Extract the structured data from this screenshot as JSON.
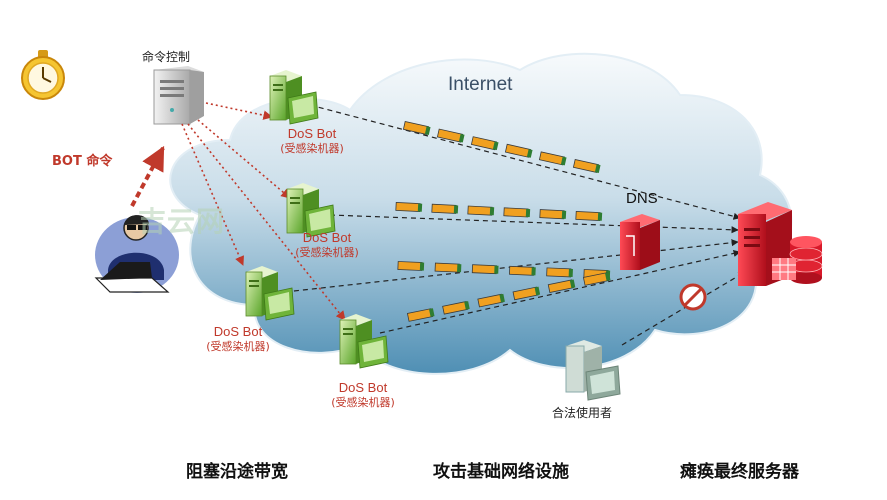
{
  "labels": {
    "command_control": "命令控制",
    "bot_command": "BOT 命令",
    "internet": "Internet",
    "dns": "DNS",
    "legit_user": "合法使用者",
    "watermark": "吉云网"
  },
  "bots": [
    {
      "name": "DoS Bot",
      "sub": "(受感染机器)"
    },
    {
      "name": "DoS Bot",
      "sub": "(受感染机器)"
    },
    {
      "name": "DoS Bot",
      "sub": "(受感染机器)"
    },
    {
      "name": "DoS Bot",
      "sub": "(受感染机器)"
    }
  ],
  "captions": [
    "阻塞沿途带宽",
    "攻击基础网络设施",
    "瘫痪最终服务器"
  ],
  "colors": {
    "attack_red": "#c0392b",
    "packet_orange": "#f0a020",
    "cloud_top": "#f4f8fb",
    "cloud_bottom": "#5e9bbd",
    "bot_green": "#7cc142",
    "server_red": "#d8192a"
  },
  "icons": [
    "stopwatch-icon",
    "command-server-icon",
    "hacker-icon",
    "bot-computer-icon",
    "dns-server-icon",
    "target-server-icon",
    "database-icon",
    "no-entry-icon",
    "legit-user-computer-icon"
  ]
}
